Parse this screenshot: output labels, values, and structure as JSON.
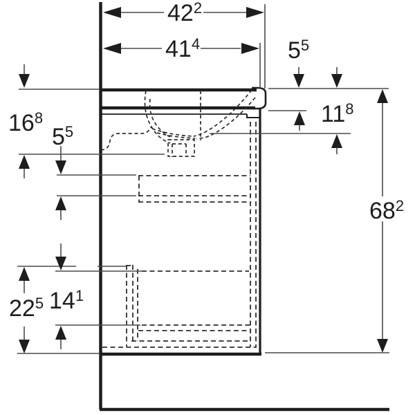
{
  "drawing": {
    "subject": "wall-hung washbasin vanity unit side section with dimensions",
    "unit_note": "centimetres with millimetre superscript",
    "background": "#ffffff",
    "line_color": "#1d1d1b",
    "thin_line_color": "#4a4a4a",
    "dimensions": {
      "total_depth": {
        "main": "42",
        "sup": "2",
        "reading": "42.2"
      },
      "cabinet_depth": {
        "main": "41",
        "sup": "4",
        "reading": "41.4"
      },
      "basin_edge_height": {
        "main": "5",
        "sup": "5",
        "reading": "5.5"
      },
      "basin_bowl_depth": {
        "main": "11",
        "sup": "8",
        "reading": "11.8"
      },
      "total_height": {
        "main": "68",
        "sup": "2",
        "reading": "68.2"
      },
      "drain_offset": {
        "main": "16",
        "sup": "8",
        "reading": "16.8"
      },
      "siphon_clearance": {
        "main": "5",
        "sup": "5",
        "reading": "5.5"
      },
      "bottom_zone_height": {
        "main": "22",
        "sup": "5",
        "reading": "22.5"
      },
      "drawer_inner_height": {
        "main": "14",
        "sup": "1",
        "reading": "14.1"
      }
    }
  }
}
